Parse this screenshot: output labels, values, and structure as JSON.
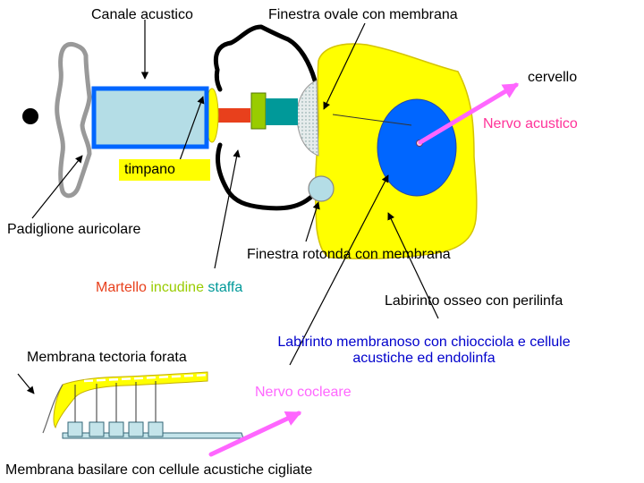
{
  "labels": {
    "canale": "Canale acustico",
    "finestra_ovale": "Finestra ovale con membrana",
    "cervello": "cervello",
    "nervo_acustico": "Nervo acustico",
    "timpano": "timpano",
    "padiglione": "Padiglione auricolare",
    "finestra_rotonda": "Finestra rotonda con membrana",
    "martello": "Martello",
    "incudine": "incudine",
    "staffa": "staffa",
    "labirinto_osseo": "Labirinto osseo con perilinfa",
    "membrana_tectoria": "Membrana tectoria forata",
    "labirinto_membranoso_1": "Labirinto membranoso con chiocciola e cellule",
    "labirinto_membranoso_2": "acustiche ed endolinfa",
    "nervo_cocleare": "Nervo cocleare",
    "membrana_basilare": "Membrana basilare con cellule acustiche cigliate"
  },
  "colors": {
    "martello": "#e8401c",
    "incudine": "#99cc00",
    "staffa": "#009999",
    "labirinto_osseo": "#ffff00",
    "labirinto_membranoso": "#0066ff",
    "canale": "#b4dde6",
    "canale_border": "#0066ff",
    "padiglione": "#999999",
    "nervo_arrow": "#ff66ff",
    "nervo_acustico_text": "#ff3399",
    "labirinto_membranoso_text": "#0000cc",
    "timpano_label_bg": "#ffff00",
    "ovale_membrane": "#e6ecec",
    "rotonda_membrane": "#b4dde6",
    "cochlea_box": "#c4e4ea",
    "cochlea_box_border": "#336677"
  },
  "icons": {
    "sound_source": "black-dot",
    "brain_arrow": "pink-arrow",
    "cochlear_arrow": "pink-arrow"
  }
}
